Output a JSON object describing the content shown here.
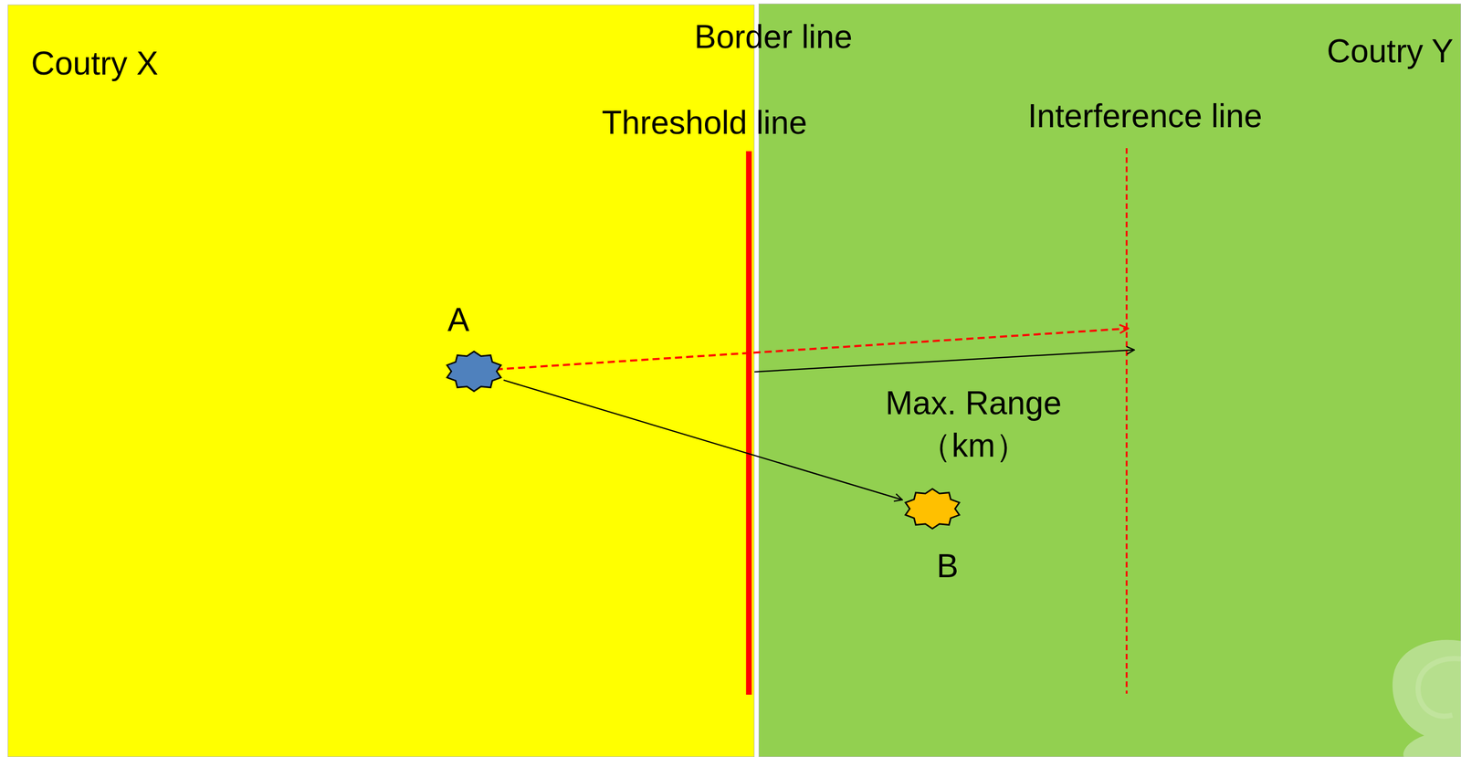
{
  "diagram": {
    "nodes": [
      {
        "text": [
          "Coutry X"
        ]
      },
      {
        "text": [
          "Coutry Y"
        ]
      },
      {
        "text": [
          "A"
        ],
        "in": 0
      },
      {
        "text": [
          "B"
        ],
        "in": 1
      }
    ],
    "edges": [
      {
        "from": 2,
        "to": 3,
        "arrow": "to"
      }
    ],
    "labels": [
      "Border line",
      "Threshold line",
      "Interference line",
      "Max. Range （km）"
    ]
  }
}
